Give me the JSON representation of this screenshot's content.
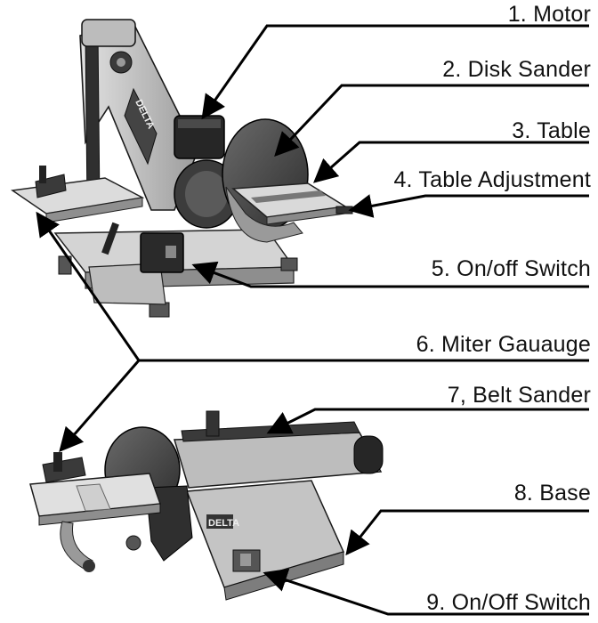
{
  "labels": {
    "motor": "1. Motor",
    "disk_sander": "2. Disk Sander",
    "table": "3. Table",
    "table_adjustment": "4. Table Adjustment",
    "on_off_switch_top": "5. On/off Switch",
    "miter_gauge": "6. Miter Gauauge",
    "belt_sander": "7, Belt Sander",
    "base": "8. Base",
    "on_off_switch_bottom": "9. On/Off Switch"
  },
  "logo_text": "DELTA",
  "colors": {
    "line": "#000000",
    "metal": "#c8c8c8",
    "dark": "#3a3a3a"
  }
}
